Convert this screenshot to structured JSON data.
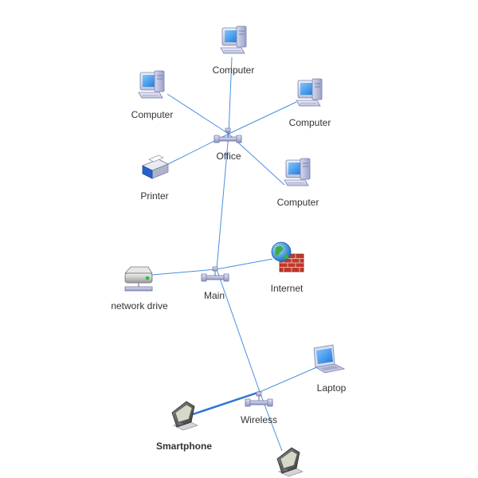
{
  "colors": {
    "edge": "#4a8fe0",
    "label": "#333333",
    "background": "#ffffff"
  },
  "nodes": {
    "computer_top": {
      "label": "Computer",
      "icon": "desktop-computer-icon"
    },
    "computer_left": {
      "label": "Computer",
      "icon": "desktop-computer-icon"
    },
    "computer_right": {
      "label": "Computer",
      "icon": "desktop-computer-icon"
    },
    "computer_bottom_right": {
      "label": "Computer",
      "icon": "desktop-computer-icon"
    },
    "printer": {
      "label": "Printer",
      "icon": "printer-icon"
    },
    "office": {
      "label": "Office",
      "icon": "network-hub-icon"
    },
    "main": {
      "label": "Main",
      "icon": "network-hub-icon"
    },
    "network_drive": {
      "label": "network drive",
      "icon": "network-drive-icon"
    },
    "internet": {
      "label": "Internet",
      "icon": "firewall-globe-icon"
    },
    "laptop": {
      "label": "Laptop",
      "icon": "laptop-icon"
    },
    "wireless": {
      "label": "Wireless",
      "icon": "network-hub-icon"
    },
    "smartphone": {
      "label": "Smartphone",
      "icon": "pda-icon",
      "selected": true
    },
    "pda_bottom": {
      "label": "",
      "icon": "pda-icon"
    }
  },
  "edges": [
    {
      "from": "office",
      "to": "computer_top"
    },
    {
      "from": "office",
      "to": "computer_left"
    },
    {
      "from": "office",
      "to": "computer_right"
    },
    {
      "from": "office",
      "to": "computer_bottom_right"
    },
    {
      "from": "office",
      "to": "printer"
    },
    {
      "from": "office",
      "to": "main"
    },
    {
      "from": "main",
      "to": "network_drive"
    },
    {
      "from": "main",
      "to": "internet"
    },
    {
      "from": "main",
      "to": "wireless"
    },
    {
      "from": "wireless",
      "to": "laptop"
    },
    {
      "from": "wireless",
      "to": "smartphone",
      "selected": true
    },
    {
      "from": "wireless",
      "to": "pda_bottom"
    }
  ]
}
